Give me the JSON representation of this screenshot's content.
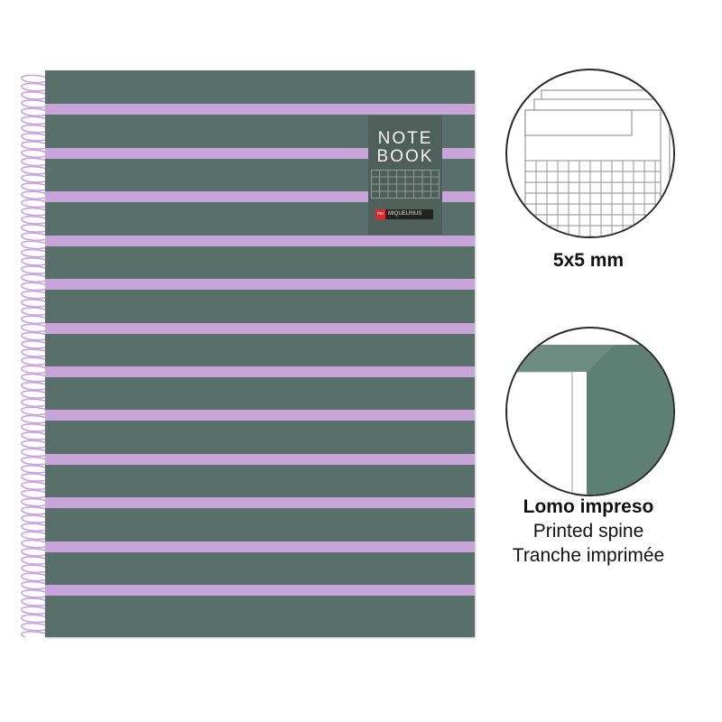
{
  "cover": {
    "title_line1": "NOTE",
    "title_line2": "BOOK",
    "brand_logo": "mo",
    "brand_name": "MIQUELRIUS",
    "base_color": "#59706a",
    "stripe_color": "#c7a5d8",
    "spiral_color": "#c8a4e0"
  },
  "grid_feature": {
    "label": "5x5 mm"
  },
  "spine_feature": {
    "label_bold": "Lomo impreso",
    "label_en": "Printed spine",
    "label_fr": "Tranche imprimée",
    "spine_color": "#5e7f74"
  }
}
